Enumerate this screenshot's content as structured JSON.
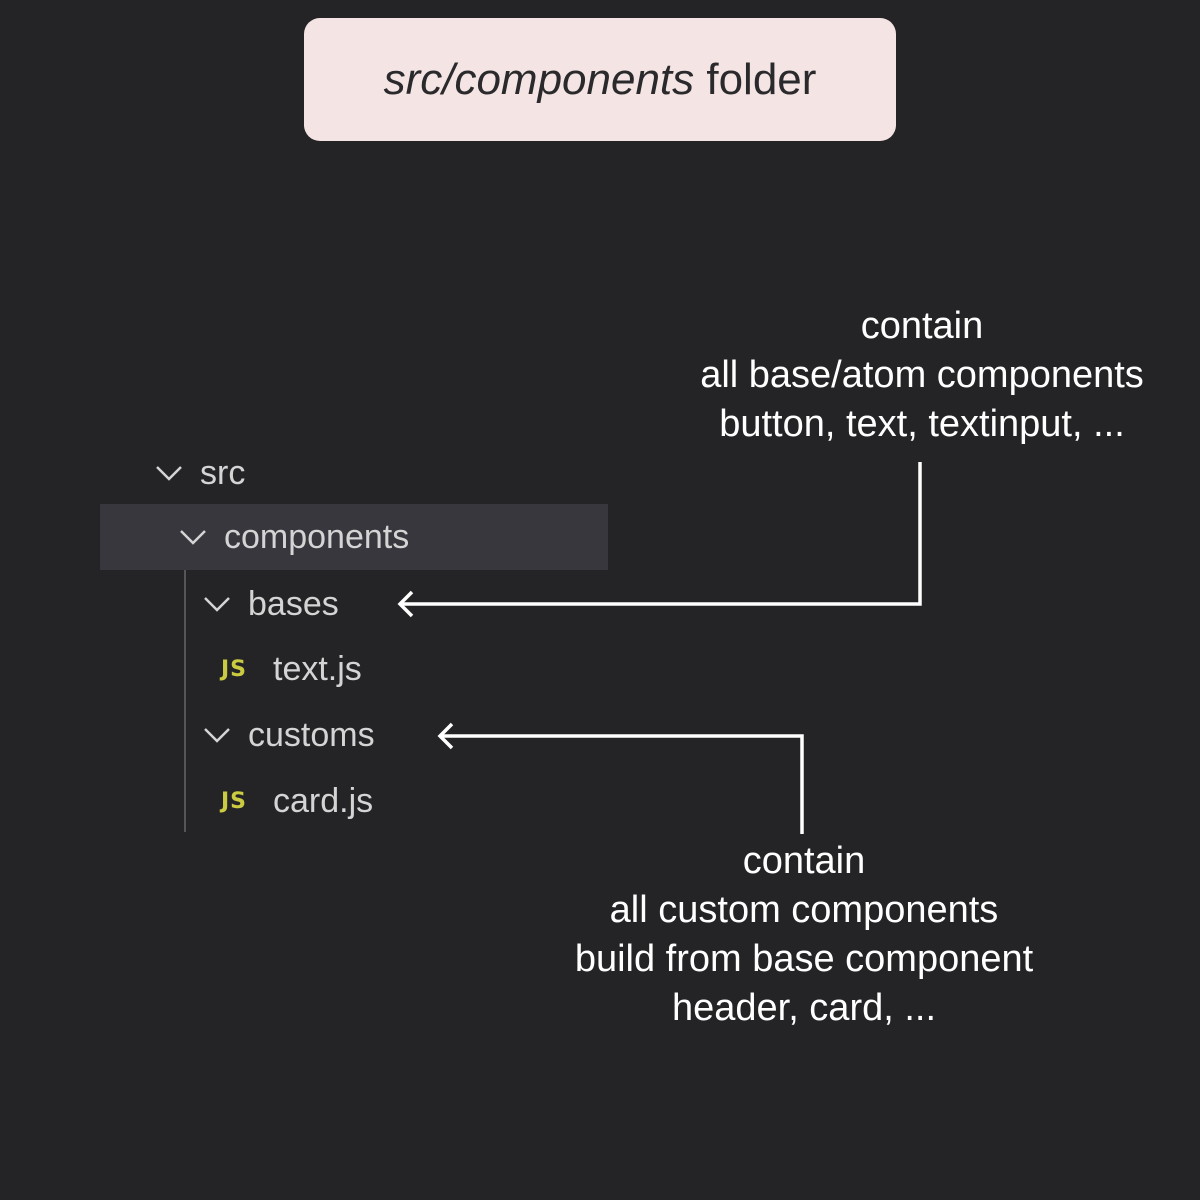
{
  "title": {
    "italic_part": "src/components",
    "plain_part": " folder"
  },
  "tree": {
    "src": "src",
    "components": "components",
    "bases": "bases",
    "text_js": "text.js",
    "customs": "customs",
    "card_js": "card.js",
    "js_badge": "JS"
  },
  "annotations": {
    "bases_note": {
      "line1": "contain",
      "line2": "all base/atom components",
      "line3": "button, text, textinput, ..."
    },
    "customs_note": {
      "line1": "contain",
      "line2": "all custom components",
      "line3": "build from base component",
      "line4": "header, card, ..."
    }
  },
  "colors": {
    "background": "#242426",
    "title_box": "#f4e4e4",
    "selected_row": "#37373d",
    "js_icon": "#cbcb41",
    "tree_text": "#d4d4d4"
  },
  "icons": {
    "folder_expanded": "chevron-down-icon",
    "js_file": "js-file-icon",
    "pointer": "arrow-left-icon"
  }
}
